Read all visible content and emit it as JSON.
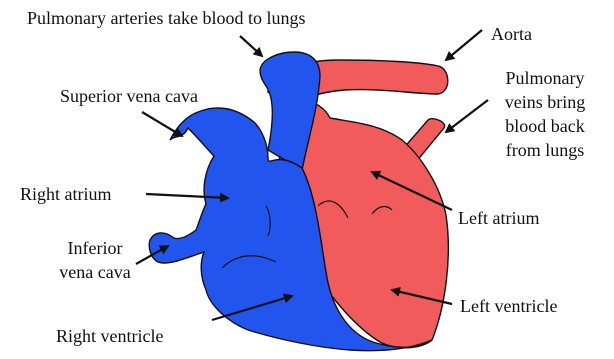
{
  "labels": {
    "pulmonary_arteries": "Pulmonary arteries take blood to lungs",
    "aorta": "Aorta",
    "superior_vena_cava": "Superior vena cava",
    "pulmonary_veins": [
      "Pulmonary",
      "veins bring",
      "blood back",
      "from lungs"
    ],
    "right_atrium": "Right atrium",
    "left_atrium": "Left atrium",
    "inferior_vena_cava": [
      "Inferior",
      "vena cava"
    ],
    "left_ventricle": "Left ventricle",
    "right_ventricle": "Right ventricle"
  },
  "colors": {
    "deoxygenated": "#2255ee",
    "oxygenated": "#f25b5b",
    "outline": "#111111"
  }
}
